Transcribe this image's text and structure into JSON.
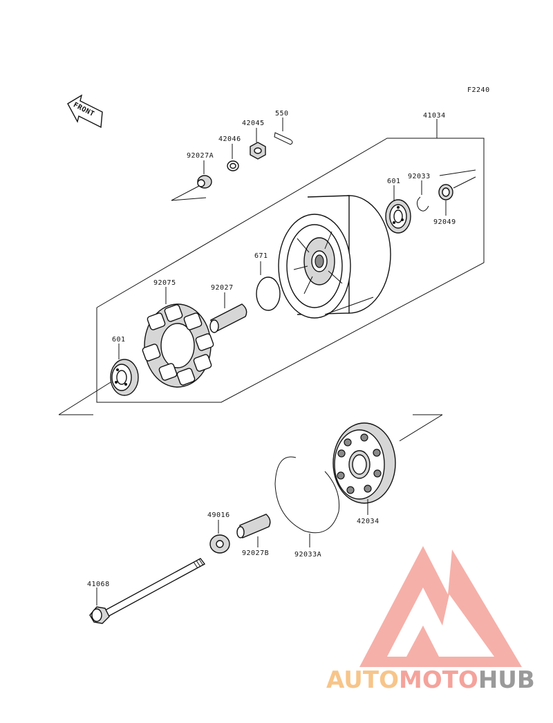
{
  "figure_code": "F2240",
  "front_label": "FRONT",
  "labels": {
    "p41034": "41034",
    "p550": "550",
    "p42045": "42045",
    "p42046": "42046",
    "p92027A": "92027A",
    "p601_top": "601",
    "p92033": "92033",
    "p92049": "92049",
    "p671": "671",
    "p92075": "92075",
    "p92027": "92027",
    "p601_left": "601",
    "p49016": "49016",
    "p92027B": "92027B",
    "p92033A": "92033A",
    "p42034": "42034",
    "p41068": "41068"
  },
  "watermark": {
    "part1": "AUTO",
    "part2": "MOTO",
    "part3": "HUB",
    "color_primary": "#f4a39b",
    "color_secondary": "#f7c58a",
    "color_tertiary": "#9a9a9a"
  }
}
